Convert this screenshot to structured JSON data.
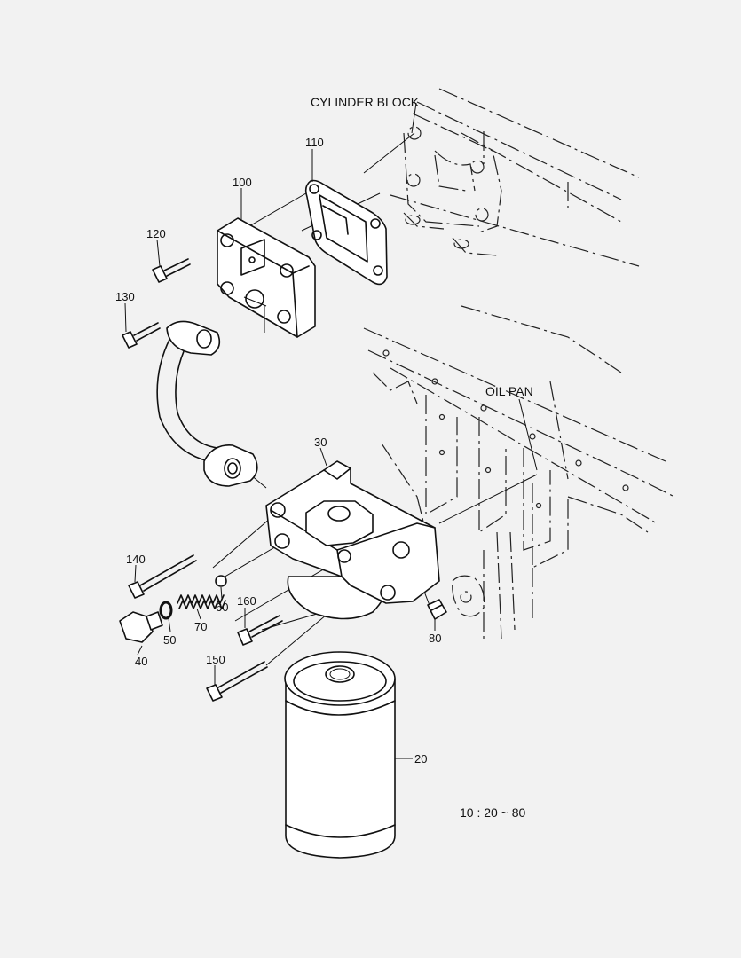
{
  "diagram": {
    "reference_labels": {
      "cylinder_block": "CYLINDER BLOCK",
      "oil_pan": "OIL PAN"
    },
    "assembly_note": "10 : 20 ~ 80",
    "callouts": {
      "c20": "20",
      "c30": "30",
      "c40": "40",
      "c50": "50",
      "c60": "60",
      "c70": "70",
      "c80": "80",
      "c100": "100",
      "c110": "110",
      "c120": "120",
      "c130": "130",
      "c140": "140",
      "c150": "150",
      "c160": "160"
    },
    "parts": [
      {
        "callout": "20",
        "part": "oil-filter-cartridge"
      },
      {
        "callout": "30",
        "part": "filter-head"
      },
      {
        "callout": "40",
        "part": "plug"
      },
      {
        "callout": "50",
        "part": "o-ring"
      },
      {
        "callout": "60",
        "part": "ball"
      },
      {
        "callout": "70",
        "part": "spring"
      },
      {
        "callout": "80",
        "part": "plug"
      },
      {
        "callout": "100",
        "part": "adapter"
      },
      {
        "callout": "110",
        "part": "gasket"
      },
      {
        "callout": "120",
        "part": "bolt"
      },
      {
        "callout": "130",
        "part": "bolt"
      },
      {
        "callout": "140",
        "part": "bolt"
      },
      {
        "callout": "150",
        "part": "bolt"
      },
      {
        "callout": "160",
        "part": "bolt"
      }
    ]
  }
}
